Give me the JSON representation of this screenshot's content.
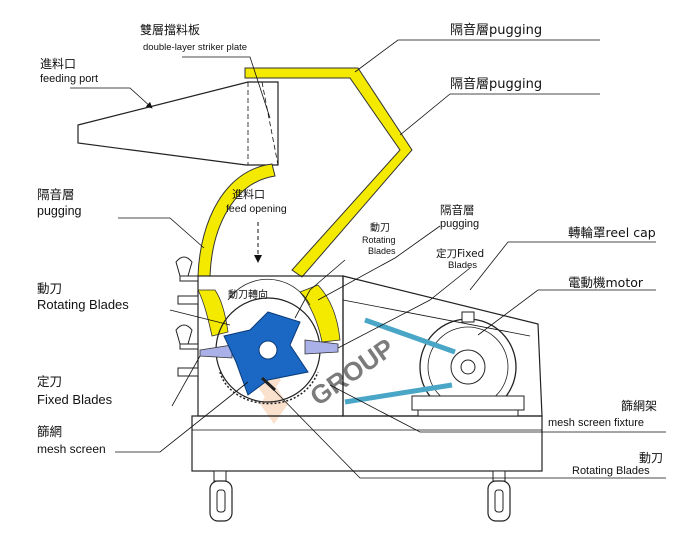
{
  "colors": {
    "pugging": "#f3ea00",
    "rotor": "#1a68c4",
    "fixed_blade": "#aab0e8",
    "belt": "#4aa6c7",
    "watermark": "#f6c9a7"
  },
  "labels": {
    "striker_zh": "雙層擋料板",
    "striker_en": "double-layer striker plate",
    "feed_port_zh": "進料口",
    "feed_port_en": "feeding port",
    "pug_top1": "隔音層pugging",
    "pug_top2": "隔音層pugging",
    "pug_left_zh": "隔音層",
    "pug_left_en": "pugging",
    "feed_open_zh": "進料口",
    "feed_open_en": "feed opening",
    "rot_inner_zh": "動刀",
    "rot_inner_en1": "Rotating",
    "rot_inner_en2": "Blades",
    "pug_right_zh": "隔音層",
    "pug_right_en": "pugging",
    "fixed_inner_zh": "定刀Fixed",
    "fixed_inner_en": "Blades",
    "reel_cap": "轉輪罩reel cap",
    "motor": "電動機motor",
    "rot_left_zh": "動刀",
    "rot_left_en": "Rotating Blades",
    "fixed_left_zh": "定刀",
    "fixed_left_en": "Fixed Blades",
    "mesh_zh": "篩網",
    "mesh_en": "mesh screen",
    "fixture_zh": "篩網架",
    "fixture_en": "mesh screen fixture",
    "rot_bottom_zh": "動刀",
    "rot_bottom_en": "Rotating Blades",
    "chamber_zh": "動刀轉向",
    "watermark": "GROUP"
  }
}
